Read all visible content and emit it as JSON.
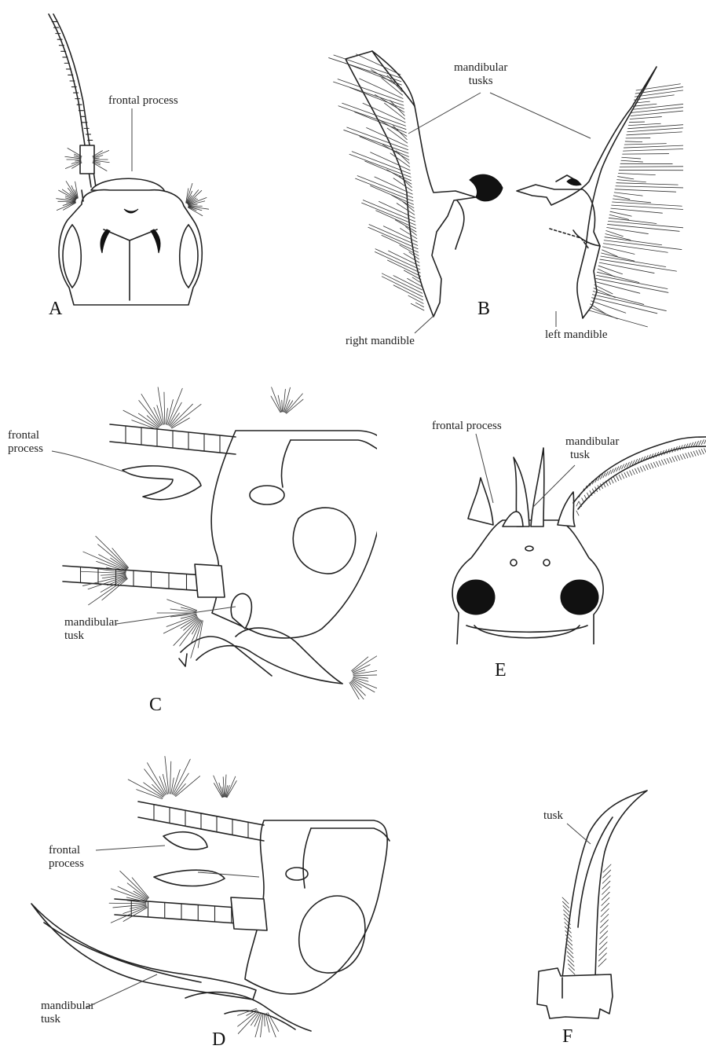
{
  "panels": {
    "A": {
      "letter": "A",
      "labels": {
        "frontal_process": "frontal process"
      }
    },
    "B": {
      "letter": "B",
      "labels": {
        "mandibular_tusks": [
          "mandibular",
          "tusks"
        ],
        "right_mandible": "right mandible",
        "left_mandible": "left mandible"
      }
    },
    "C": {
      "letter": "C",
      "labels": {
        "frontal_process": [
          "frontal",
          "process"
        ],
        "mandibular_tusk": [
          "mandibular",
          "tusk"
        ]
      }
    },
    "D": {
      "letter": "D",
      "labels": {
        "frontal_process": [
          "frontal",
          "process"
        ],
        "mandibular_tusk": [
          "mandibular",
          "tusk"
        ]
      }
    },
    "E": {
      "letter": "E",
      "labels": {
        "frontal_process": "frontal process",
        "mandibular_tusk": [
          "mandibular",
          "tusk"
        ]
      }
    },
    "F": {
      "letter": "F",
      "labels": {
        "tusk": "tusk"
      }
    }
  }
}
